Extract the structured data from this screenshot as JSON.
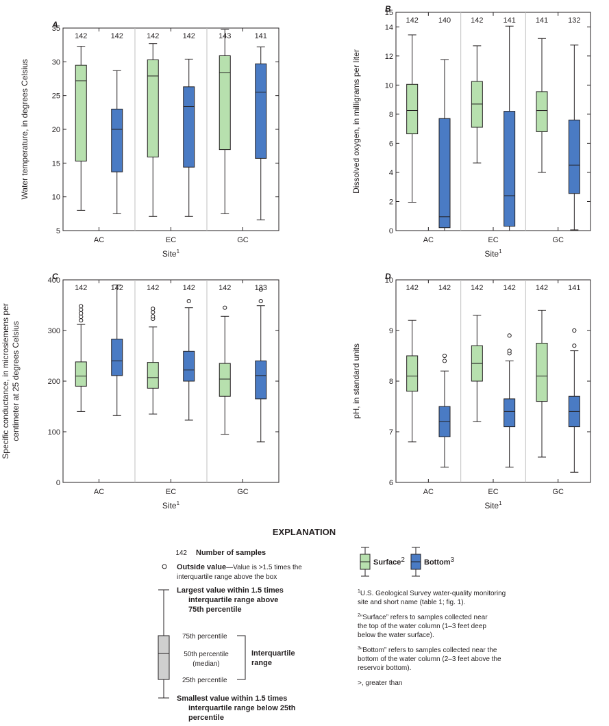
{
  "colors": {
    "surface": "#b7e0ae",
    "bottom": "#4a7bc4",
    "key_box": "#cfcfcf",
    "outline": "#231f20"
  },
  "chart_data": [
    {
      "type": "box",
      "panel": "A",
      "categories": [
        "AC",
        "EC",
        "GC"
      ],
      "xlabel": "Site",
      "xlabel_sup": "1",
      "ylabel": "Water temperature, in degrees Celsius",
      "ylabel2": "",
      "ylim": [
        5,
        35
      ],
      "yticks": [
        "5",
        "10",
        "15",
        "20",
        "25",
        "30",
        "35"
      ],
      "grid": false,
      "series": [
        {
          "name": "Surface",
          "boxes": [
            {
              "whisker_low": 8.0,
              "q1": 15.3,
              "median": 27.2,
              "q3": 29.5,
              "whisker_high": 32.3,
              "n": "142",
              "outliers": []
            },
            {
              "whisker_low": 7.1,
              "q1": 15.9,
              "median": 27.9,
              "q3": 30.3,
              "whisker_high": 32.7,
              "n": "142",
              "outliers": []
            },
            {
              "whisker_low": 7.5,
              "q1": 17.0,
              "median": 28.4,
              "q3": 30.9,
              "whisker_high": 34.8,
              "n": "143",
              "outliers": []
            }
          ]
        },
        {
          "name": "Bottom",
          "boxes": [
            {
              "whisker_low": 7.5,
              "q1": 13.7,
              "median": 20.0,
              "q3": 23.0,
              "whisker_high": 28.7,
              "n": "142",
              "outliers": []
            },
            {
              "whisker_low": 7.1,
              "q1": 14.4,
              "median": 23.4,
              "q3": 26.3,
              "whisker_high": 30.4,
              "n": "142",
              "outliers": []
            },
            {
              "whisker_low": 6.6,
              "q1": 15.7,
              "median": 25.5,
              "q3": 29.7,
              "whisker_high": 32.2,
              "n": "141",
              "outliers": []
            }
          ]
        }
      ]
    },
    {
      "type": "box",
      "panel": "B",
      "categories": [
        "AC",
        "EC",
        "GC"
      ],
      "xlabel": "Site",
      "xlabel_sup": "1",
      "ylabel": "Dissolved oxygen, in milligrams per liter",
      "ylabel2": "",
      "ylim": [
        0,
        15
      ],
      "yticks": [
        "0",
        "2",
        "4",
        "6",
        "8",
        "10",
        "12",
        "14",
        "15"
      ],
      "grid": false,
      "series": [
        {
          "name": "Surface",
          "boxes": [
            {
              "whisker_low": 1.95,
              "q1": 6.65,
              "median": 8.25,
              "q3": 10.05,
              "whisker_high": 13.45,
              "n": "142",
              "outliers": []
            },
            {
              "whisker_low": 4.65,
              "q1": 7.1,
              "median": 8.7,
              "q3": 10.25,
              "whisker_high": 12.7,
              "n": "142",
              "outliers": []
            },
            {
              "whisker_low": 4.0,
              "q1": 6.8,
              "median": 8.25,
              "q3": 9.55,
              "whisker_high": 13.2,
              "n": "141",
              "outliers": []
            }
          ]
        },
        {
          "name": "Bottom",
          "boxes": [
            {
              "whisker_low": 0.0,
              "q1": 0.2,
              "median": 0.95,
              "q3": 7.7,
              "whisker_high": 11.75,
              "n": "140",
              "outliers": []
            },
            {
              "whisker_low": 0.0,
              "q1": 0.3,
              "median": 2.4,
              "q3": 8.2,
              "whisker_high": 14.05,
              "n": "141",
              "outliers": []
            },
            {
              "whisker_low": 0.05,
              "q1": 2.55,
              "median": 4.5,
              "q3": 7.6,
              "whisker_high": 12.75,
              "n": "132",
              "outliers": []
            }
          ]
        }
      ]
    },
    {
      "type": "box",
      "panel": "C",
      "categories": [
        "AC",
        "EC",
        "GC"
      ],
      "xlabel": "Site",
      "xlabel_sup": "1",
      "ylabel": "Specific conductance, in microsiemens per",
      "ylabel2": "centimeter at 25 degrees Celsius",
      "ylim": [
        0,
        400
      ],
      "yticks": [
        "0",
        "100",
        "200",
        "300",
        "400"
      ],
      "grid": false,
      "series": [
        {
          "name": "Surface",
          "boxes": [
            {
              "whisker_low": 140,
              "q1": 190,
              "median": 210,
              "q3": 238,
              "whisker_high": 312,
              "n": "142",
              "outliers": [
                320,
                327,
                334,
                341,
                348
              ]
            },
            {
              "whisker_low": 135,
              "q1": 186,
              "median": 207,
              "q3": 237,
              "whisker_high": 307,
              "n": "142",
              "outliers": [
                323,
                328,
                336,
                343
              ]
            },
            {
              "whisker_low": 95,
              "q1": 170,
              "median": 204,
              "q3": 235,
              "whisker_high": 328,
              "n": "142",
              "outliers": [
                345
              ]
            }
          ]
        },
        {
          "name": "Bottom",
          "boxes": [
            {
              "whisker_low": 132,
              "q1": 211,
              "median": 240,
              "q3": 283,
              "whisker_high": 390,
              "n": "142",
              "outliers": []
            },
            {
              "whisker_low": 123,
              "q1": 200,
              "median": 222,
              "q3": 259,
              "whisker_high": 345,
              "n": "142",
              "outliers": [
                358
              ]
            },
            {
              "whisker_low": 80,
              "q1": 165,
              "median": 211,
              "q3": 240,
              "whisker_high": 349,
              "n": "133",
              "outliers": [
                358,
                381
              ]
            }
          ]
        }
      ]
    },
    {
      "type": "box",
      "panel": "D",
      "categories": [
        "AC",
        "EC",
        "GC"
      ],
      "xlabel": "Site",
      "xlabel_sup": "1",
      "ylabel": "pH, in standard units",
      "ylabel2": "",
      "ylim": [
        6,
        10
      ],
      "yticks": [
        "6",
        "7",
        "8",
        "9",
        "10"
      ],
      "grid": false,
      "series": [
        {
          "name": "Surface",
          "boxes": [
            {
              "whisker_low": 6.8,
              "q1": 7.8,
              "median": 8.1,
              "q3": 8.5,
              "whisker_high": 9.2,
              "n": "142",
              "outliers": []
            },
            {
              "whisker_low": 7.2,
              "q1": 8.0,
              "median": 8.35,
              "q3": 8.7,
              "whisker_high": 9.3,
              "n": "142",
              "outliers": []
            },
            {
              "whisker_low": 6.5,
              "q1": 7.6,
              "median": 8.1,
              "q3": 8.75,
              "whisker_high": 9.4,
              "n": "142",
              "outliers": []
            }
          ]
        },
        {
          "name": "Bottom",
          "boxes": [
            {
              "whisker_low": 6.3,
              "q1": 6.9,
              "median": 7.2,
              "q3": 7.5,
              "whisker_high": 8.2,
              "n": "142",
              "outliers": [
                8.4,
                8.5
              ]
            },
            {
              "whisker_low": 6.3,
              "q1": 7.1,
              "median": 7.4,
              "q3": 7.65,
              "whisker_high": 8.4,
              "n": "142",
              "outliers": [
                8.55,
                8.6,
                8.9
              ]
            },
            {
              "whisker_low": 6.2,
              "q1": 7.1,
              "median": 7.4,
              "q3": 7.7,
              "whisker_high": 8.6,
              "n": "141",
              "outliers": [
                8.7,
                9.0
              ]
            }
          ]
        }
      ]
    }
  ],
  "explanation": {
    "heading": "EXPLANATION",
    "n_example": "142",
    "n_label": "Number of samples",
    "outside_bold": "Outside value",
    "outside_rest": "—Value is >1.5 times the",
    "outside_line2": "interquartile range above the box",
    "largest_1": "Largest value within 1.5 times",
    "largest_2": "interquartile range above",
    "largest_3": "75th percentile",
    "p75": "75th percentile",
    "p50": "50th percentile",
    "median": "(median)",
    "p25": "25th percentile",
    "iqr_1": "Interquartile",
    "iqr_2": "range",
    "smallest_1": "Smallest value within 1.5 times",
    "smallest_2": "interquartile range below 25th",
    "smallest_3": "percentile",
    "surface_label": "Surface",
    "surface_sup": "2",
    "bottom_label": "Bottom",
    "bottom_sup": "3",
    "footnotes": [
      {
        "sup": "1",
        "lines": [
          "U.S. Geological Survey water-quality monitoring",
          "site and short name (table 1; fig. 1)."
        ]
      },
      {
        "sup": "2",
        "lines": [
          "“Surface” refers to samples collected near",
          "the top of the water column (1–3 feet deep",
          "below the water surface)."
        ]
      },
      {
        "sup": "3",
        "lines": [
          "“Bottom” refers to samples collected near the",
          "bottom of the water column (2–3 feet above the",
          "reservoir bottom)."
        ]
      },
      {
        "sup": "",
        "lines": [
          ">, greater than"
        ]
      }
    ]
  }
}
